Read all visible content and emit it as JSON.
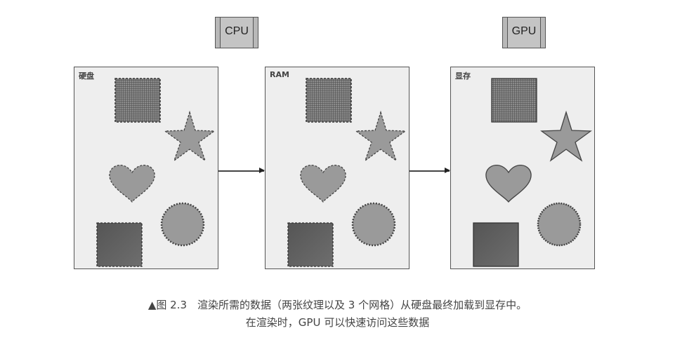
{
  "chips": {
    "cpu": {
      "label": "CPU"
    },
    "gpu": {
      "label": "GPU"
    }
  },
  "panels": [
    {
      "title": "硬盘",
      "outline": "dashed"
    },
    {
      "title": "RAM",
      "outline": "dashed"
    },
    {
      "title": "显存",
      "outline": "solid"
    }
  ],
  "shapes": [
    "textured-square",
    "star",
    "heart",
    "dark-square",
    "sun-circle"
  ],
  "colors": {
    "panel_bg": "#eeeeee",
    "shape_fill": "#9a9a9a",
    "texture_dark": "#5a5a5a",
    "outline": "#444444"
  },
  "caption": {
    "line1": "▲图 2.3　渲染所需的数据（两张纹理以及 3 个网格）从硬盘最终加载到显存中。",
    "line2": "在渲染时，GPU 可以快速访问这些数据"
  }
}
